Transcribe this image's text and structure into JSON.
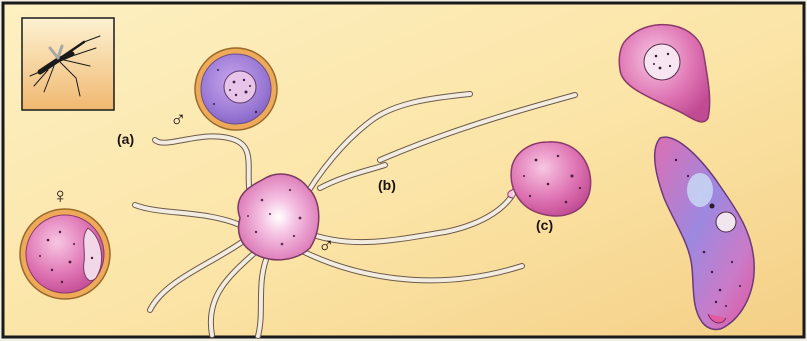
{
  "labels": {
    "a": "(a)",
    "b": "(b)",
    "c": "(c)",
    "male_top": "♂",
    "male_center": "♂",
    "female": "♀"
  },
  "colors": {
    "background": "#fbe7ad",
    "border": "#1a1a1a",
    "cell_pink": "#d96aa8",
    "cell_violet": "#8e6bc7",
    "membrane_orange": "#e9a95a",
    "flagella": "#f2ece1"
  },
  "icons": {
    "mosquito": "mosquito-icon"
  }
}
